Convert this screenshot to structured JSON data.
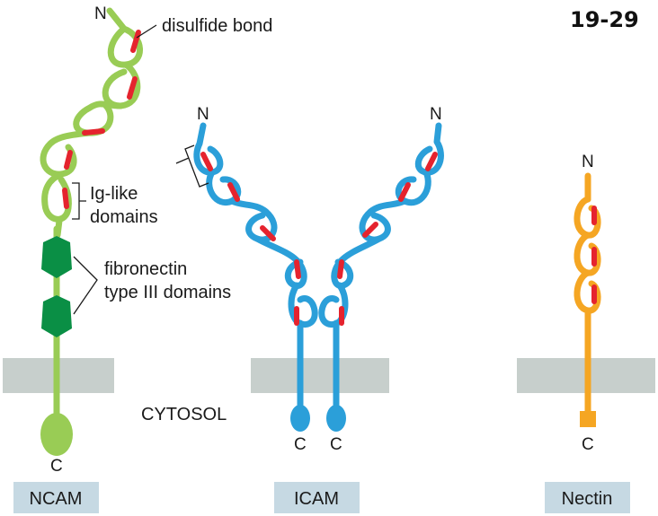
{
  "figure_number": "19-29",
  "annotations": {
    "disulfide_bond": "disulfide bond",
    "ig_like_line1": "Ig-like",
    "ig_like_line2": "domains",
    "fibronectin_line1": "fibronectin",
    "fibronectin_line2": "type III domains",
    "cytosol": "CYTOSOL"
  },
  "termini": {
    "n": "N",
    "c": "C"
  },
  "molecules": [
    {
      "name": "NCAM",
      "color": "#99cc55",
      "domain_color": "#0a8f45"
    },
    {
      "name": "ICAM",
      "color": "#2b9fd9"
    },
    {
      "name": "Nectin",
      "color": "#f5a623"
    }
  ],
  "colors": {
    "disulfide": "#e5232e",
    "membrane": "#c7cfcc",
    "label_box": "#c6d9e3"
  }
}
